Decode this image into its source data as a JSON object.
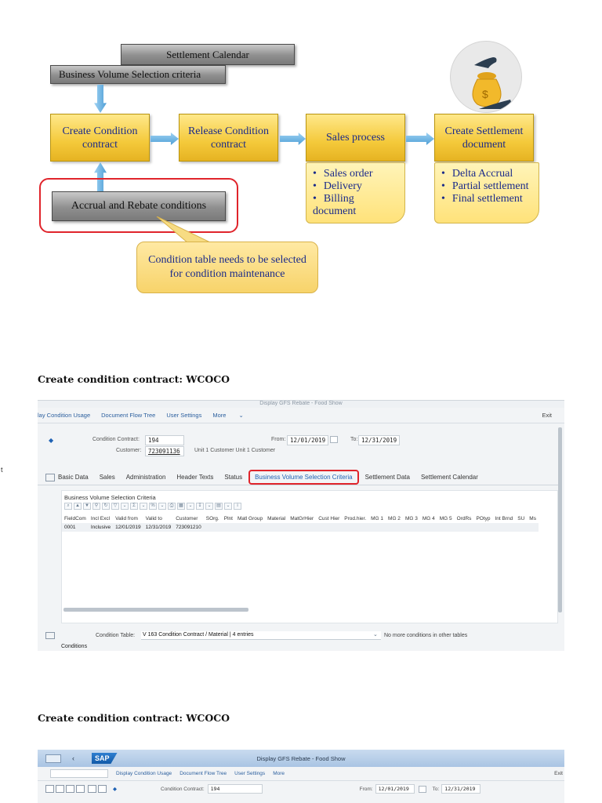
{
  "diagram": {
    "settlement_calendar": "Settlement Calendar",
    "business_volume": "Business Volume Selection criteria",
    "create_condition_contract": "Create Condition contract",
    "release_condition_contract": "Release Condition contract",
    "sales_process": "Sales process",
    "sales_process_items": [
      "Sales order",
      "Delivery",
      "Billing document"
    ],
    "create_settlement_document": "Create Settlement document",
    "settlement_items": [
      "Delta Accrual",
      "Partial settlement",
      "Final settlement"
    ],
    "accrual_rebate": "Accrual and Rebate conditions",
    "callout": "Condition table needs to be selected for condition maintenance",
    "margin_char": "t",
    "money_icon": "money-bag-icon",
    "accent_red": "#e0242b"
  },
  "heading1": "Create condition contract: WCOCO",
  "heading2": "Create condition contract: WCOCO",
  "screen1": {
    "window_title": "Display GFS Rebate - Food Show",
    "toolbar": [
      "lay Condition Usage",
      "Document Flow Tree",
      "User Settings",
      "More"
    ],
    "exit": "Exit",
    "contract_label": "Condition Contract:",
    "contract_value": "194",
    "customer_label": "Customer:",
    "customer_value": "723091136",
    "customer_name": "Unit 1 Customer Unit 1 Customer",
    "from_label": "From:",
    "from_value": "12/01/2019",
    "to_label": "To:",
    "to_value": "12/31/2019",
    "tabs": [
      "Basic Data",
      "Sales",
      "Administration",
      "Header Texts",
      "Status",
      "Business Volume Selection Criteria",
      "Settlement Data",
      "Settlement Calendar"
    ],
    "active_tab": "Business Volume Selection Criteria",
    "panel_title": "Business Volume Selection Criteria",
    "columns": [
      "FieldCom",
      "Incl Excl",
      "Valid from",
      "Valid to",
      "Customer",
      "SOrg.",
      "Plnt",
      "Matl Group",
      "Material",
      "MatGrHier",
      "Cust Hier",
      "Prod.hier.",
      "MG 1",
      "MG 2",
      "MG 3",
      "MG 4",
      "MG 5",
      "OrdRs",
      "POtyp",
      "Int Brnd",
      "SU",
      "Ms"
    ],
    "rows": [
      [
        "0001",
        "Inclusive",
        "12/01/2019",
        "12/31/2019",
        "723091210",
        "",
        "",
        "",
        "",
        "",
        "",
        "",
        "",
        "",
        "",
        "",
        "",
        "",
        "",
        "",
        "",
        ""
      ]
    ],
    "condition_table_label": "Condition Table:",
    "condition_table_value": "V 163 Condition Contract / Material  |  4  entries",
    "no_more": "No more conditions in other tables",
    "conditions": "Conditions"
  },
  "screen2": {
    "sap_logo": "SAP",
    "window_title": "Display GFS Rebate - Food Show",
    "toolbar": [
      "Display Condition Usage",
      "Document Flow Tree",
      "User Settings",
      "More"
    ],
    "exit": "Exit",
    "contract_label": "Condition Contract:",
    "contract_value": "194",
    "from_label": "From:",
    "from_value": "12/01/2019",
    "to_label": "To:",
    "to_value": "12/31/2019"
  }
}
